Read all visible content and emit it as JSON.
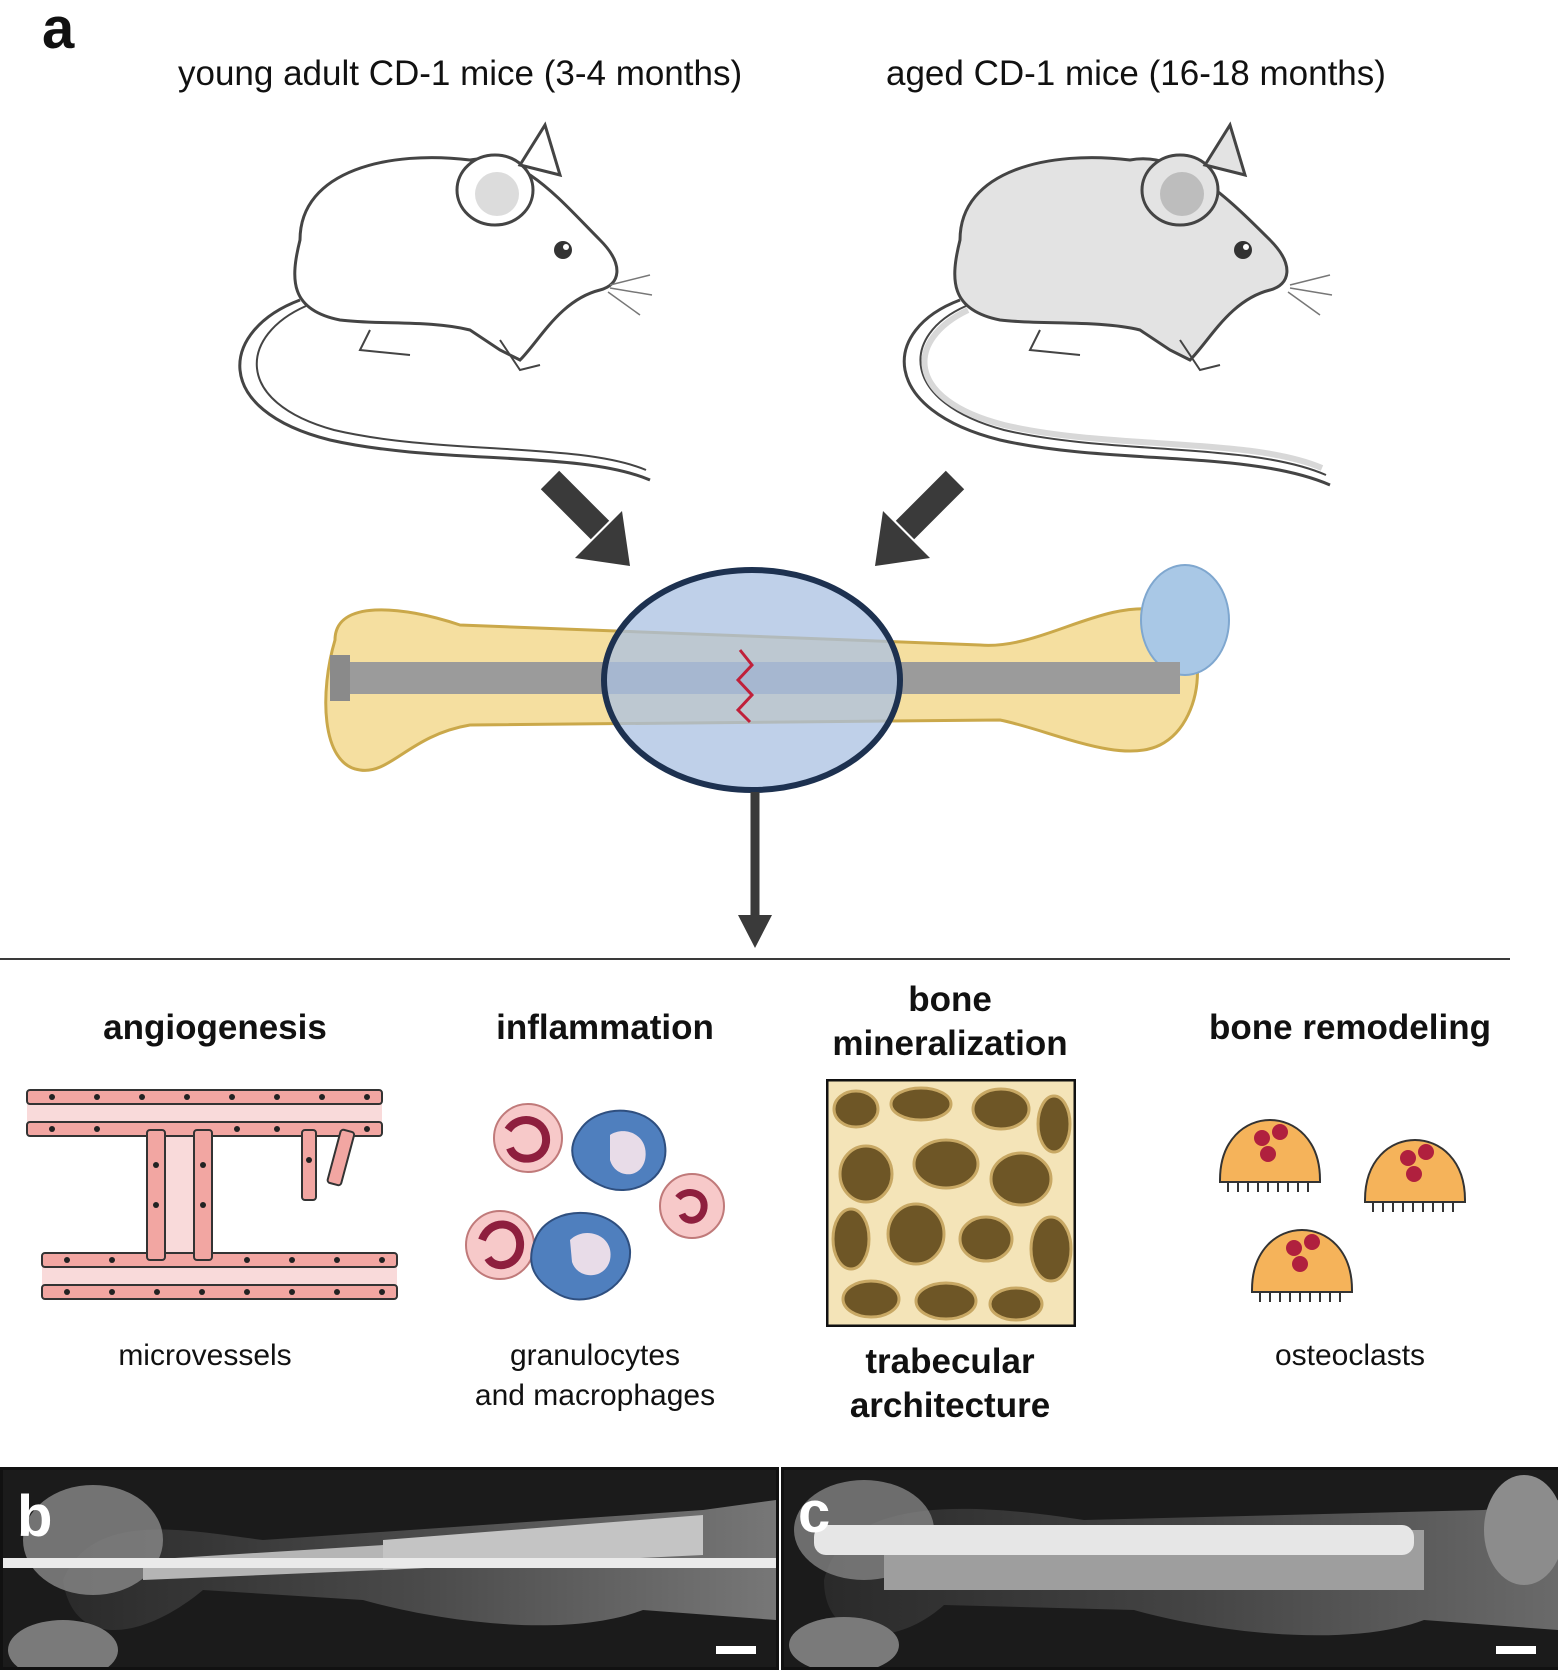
{
  "panel_a": {
    "letter": "a",
    "young_title": "young adult CD-1 mice (3-4 months)",
    "aged_title": "aged CD-1 mice (16-18 months)"
  },
  "categories": [
    {
      "title": "angiogenesis",
      "subtitle": "microvessels"
    },
    {
      "title": "inflammation",
      "subtitle_line1": "granulocytes",
      "subtitle_line2": "and macrophages"
    },
    {
      "title_line1": "bone",
      "title_line2": "mineralization",
      "bottom_line1": "trabecular",
      "bottom_line2": "architecture"
    },
    {
      "title": "bone remodeling",
      "subtitle": "osteoclasts"
    }
  ],
  "panel_b": {
    "letter": "b"
  },
  "panel_c": {
    "letter": "c"
  },
  "colors": {
    "bone": "#f5dfa0",
    "ellipse": "#a9c0e2",
    "vessel": "#f2a6a2",
    "macrophage": "#4f7fbe",
    "osteoclast": "#f5b35a",
    "arrow": "#3a3a3a"
  }
}
